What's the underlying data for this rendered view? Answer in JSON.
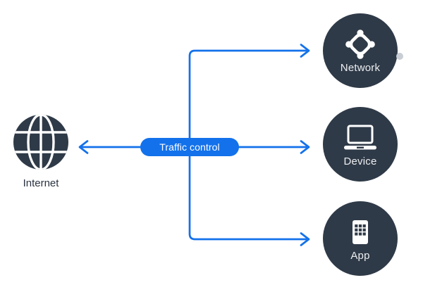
{
  "diagram": {
    "source": {
      "label": "Internet",
      "icon": "globe-icon"
    },
    "hub": {
      "label": "Traffic control"
    },
    "targets": [
      {
        "id": "network",
        "label": "Network",
        "icon": "network-icon"
      },
      {
        "id": "device",
        "label": "Device",
        "icon": "laptop-icon"
      },
      {
        "id": "app",
        "label": "App",
        "icon": "app-grid-icon"
      }
    ]
  },
  "colors": {
    "accent": "#1371EB",
    "navy": "#2F3A48",
    "node-text": "#ECEEF0",
    "label-text": "#2B3440",
    "dot": "#C9CED4",
    "bg": "#FFFFFF"
  }
}
